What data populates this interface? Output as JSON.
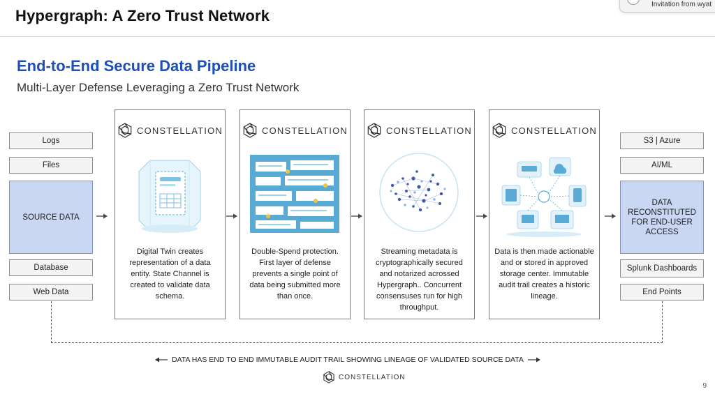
{
  "header": {
    "title": "Hypergraph: A Zero Trust Network",
    "notification_text": "Invitation from wyat"
  },
  "slide": {
    "title": "End-to-End Secure Data Pipeline",
    "subtitle": "Multi-Layer Defense Leveraging a Zero Trust Network",
    "page_number": "9"
  },
  "left_boxes": {
    "logs": "Logs",
    "files": "Files",
    "source_data": "SOURCE DATA",
    "database": "Database",
    "web_data": "Web Data"
  },
  "right_boxes": {
    "s3_azure": "S3 | Azure",
    "ai_ml": "AI/ML",
    "data_reconstituted": "DATA RECONSTITUTED FOR END-USER ACCESS",
    "splunk": "Splunk Dashboards",
    "end_points": "End Points"
  },
  "cards": [
    {
      "logo": "CONSTELLATION",
      "text": "Digital Twin creates representation of a data entity. State Channel is created to validate data schema."
    },
    {
      "logo": "CONSTELLATION",
      "text": "Double-Spend protection. First layer of defense prevents a single point of data being submitted more than once."
    },
    {
      "logo": "CONSTELLATION",
      "text": "Streaming metadata is cryptographically secured and notarized acrossed Hypergraph.. Concurrent consensuses run for high throughput."
    },
    {
      "logo": "CONSTELLATION",
      "text": "Data is then made actionable and or stored in approved storage center. Immutable audit trail creates a historic lineage."
    }
  ],
  "footer": {
    "audit_trail": "DATA HAS END TO END IMMUTABLE AUDIT TRAIL SHOWING LINEAGE OF VALIDATED SOURCE DATA",
    "logo": "CONSTELLATION"
  },
  "colors": {
    "title_blue": "#1e4fb5",
    "source_fill": "#c9d7f3",
    "illustration_blue": "#5aaad6"
  }
}
